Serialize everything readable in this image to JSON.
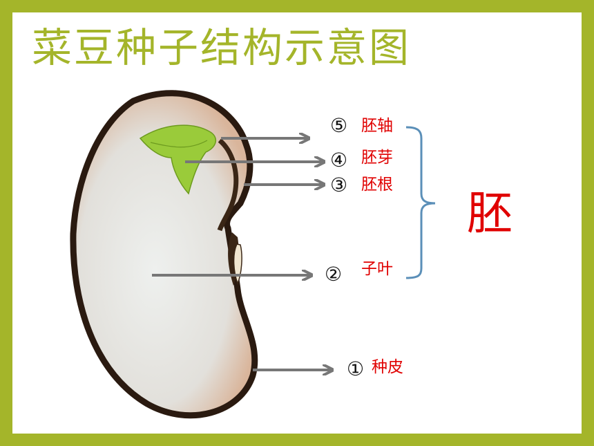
{
  "title": "菜豆种子结构示意图",
  "parts": [
    {
      "num": "⑤",
      "label": "胚轴"
    },
    {
      "num": "④",
      "label": "胚芽"
    },
    {
      "num": "③",
      "label": "胚根"
    },
    {
      "num": "②",
      "label": "子叶"
    },
    {
      "num": "①",
      "label": "种皮"
    }
  ],
  "group_label": "胚",
  "colors": {
    "border": "#a4b52a",
    "title": "#a4b52a",
    "label_red": "#e00000",
    "brace": "#5b8fb8",
    "arrow": "#7a7a7a",
    "plumule": "#9acb3a"
  }
}
